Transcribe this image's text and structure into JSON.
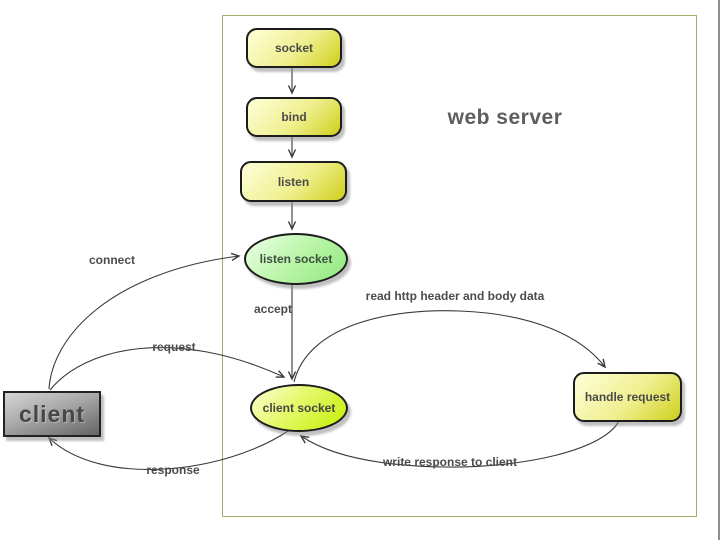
{
  "diagram": {
    "region_title": "web server",
    "nodes": {
      "socket": {
        "label": "socket"
      },
      "bind": {
        "label": "bind"
      },
      "listen": {
        "label": "listen"
      },
      "listen_socket": {
        "label": "listen socket"
      },
      "client_socket": {
        "label": "client socket"
      },
      "handle_request": {
        "label": "handle request"
      },
      "client": {
        "label": "client"
      }
    },
    "edge_labels": {
      "connect": "connect",
      "accept": "accept",
      "request": "request",
      "response": "response",
      "read_http": "read http header and body data",
      "write_response": "write response to client"
    },
    "colors": {
      "process_fill_top": "#feffd9",
      "process_fill_bottom": "#cfcf1d",
      "listen_socket_fill_top": "#eeffe8",
      "listen_socket_fill_bottom": "#8fe87e",
      "client_socket_fill_top": "#fcffd4",
      "client_socket_fill_bottom": "#c3ef03",
      "client_fill_top": "#d6d6d6",
      "client_fill_bottom": "#646464",
      "region_border": "#a9a96a",
      "edge_line": "#3a3a3a",
      "node_border": "#1c1c1c"
    }
  }
}
